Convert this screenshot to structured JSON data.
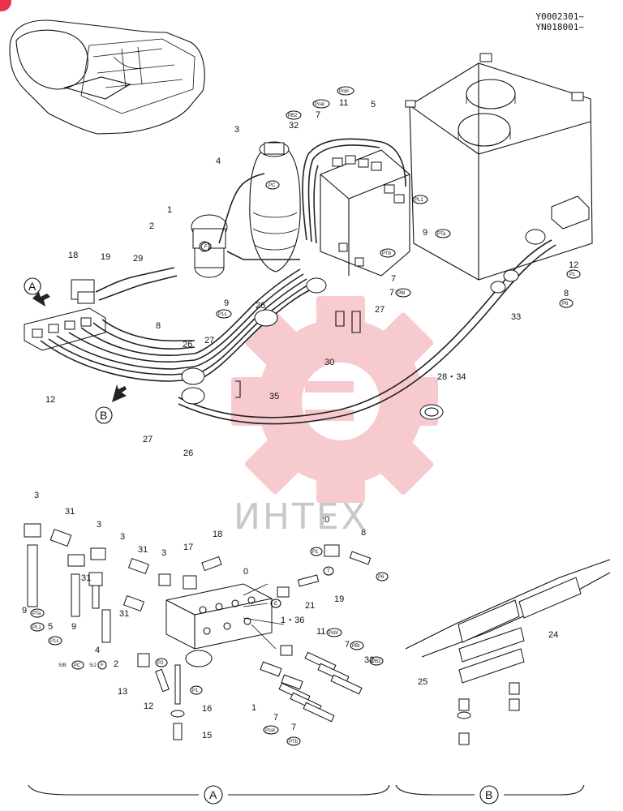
{
  "watermark": {
    "text": "ИНТЕХ",
    "color": "#f2a0a8"
  },
  "serial_codes": [
    "Y0002301~",
    "YN018001~"
  ],
  "view_refs": {
    "A": "A",
    "B": "B"
  },
  "callouts_main": [
    {
      "id": "c1",
      "text": "1"
    },
    {
      "id": "c2",
      "text": "2"
    },
    {
      "id": "c3",
      "text": "3"
    },
    {
      "id": "c4",
      "text": "4"
    },
    {
      "id": "c5",
      "text": "5"
    },
    {
      "id": "c7a",
      "text": "7"
    },
    {
      "id": "c7b",
      "text": "7"
    },
    {
      "id": "c7c",
      "text": "7"
    },
    {
      "id": "c8a",
      "text": "8"
    },
    {
      "id": "c8b",
      "text": "8"
    },
    {
      "id": "c9a",
      "text": "9"
    },
    {
      "id": "c9b",
      "text": "9"
    },
    {
      "id": "c11",
      "text": "11"
    },
    {
      "id": "c12a",
      "text": "12"
    },
    {
      "id": "c12b",
      "text": "12"
    },
    {
      "id": "c18",
      "text": "18"
    },
    {
      "id": "c19",
      "text": "19"
    },
    {
      "id": "c26a",
      "text": "26"
    },
    {
      "id": "c26b",
      "text": "26"
    },
    {
      "id": "c26c",
      "text": "26"
    },
    {
      "id": "c27a",
      "text": "27"
    },
    {
      "id": "c27b",
      "text": "27"
    },
    {
      "id": "c27c",
      "text": "27"
    },
    {
      "id": "c28",
      "text": "28・34"
    },
    {
      "id": "c29",
      "text": "29"
    },
    {
      "id": "c30",
      "text": "30"
    },
    {
      "id": "c32",
      "text": "32"
    },
    {
      "id": "c33",
      "text": "33"
    },
    {
      "id": "c35",
      "text": "35"
    }
  ],
  "port_tags_main": [
    {
      "id": "t_pcb1",
      "text": "Pcbl"
    },
    {
      "id": "t_pca1",
      "text": "Pcal"
    },
    {
      "id": "t_pb2",
      "text": "PB2"
    },
    {
      "id": "t_pc1",
      "text": "PC"
    },
    {
      "id": "t_pl1",
      "text": "PL1"
    },
    {
      "id": "t_pta",
      "text": "PTa"
    },
    {
      "id": "t_ptb",
      "text": "PTb"
    },
    {
      "id": "t_pb1",
      "text": "PBl"
    },
    {
      "id": "t_p1",
      "text": "P1"
    },
    {
      "id": "t_p6",
      "text": "P6"
    },
    {
      "id": "t_pf",
      "text": "F"
    },
    {
      "id": "t_p1s",
      "text": "P1s"
    }
  ],
  "callouts_a": [
    {
      "id": "a3a",
      "text": "3"
    },
    {
      "id": "a3b",
      "text": "3"
    },
    {
      "id": "a3c",
      "text": "3"
    },
    {
      "id": "a3d",
      "text": "3"
    },
    {
      "id": "a31a",
      "text": "31"
    },
    {
      "id": "a31b",
      "text": "31"
    },
    {
      "id": "a31c",
      "text": "31"
    },
    {
      "id": "a31d",
      "text": "31"
    },
    {
      "id": "a17",
      "text": "17"
    },
    {
      "id": "a18",
      "text": "18"
    },
    {
      "id": "a0",
      "text": "0"
    },
    {
      "id": "a20",
      "text": "20"
    },
    {
      "id": "a8",
      "text": "8"
    },
    {
      "id": "a19",
      "text": "19"
    },
    {
      "id": "a21",
      "text": "21"
    },
    {
      "id": "a136",
      "text": "1・36"
    },
    {
      "id": "a11",
      "text": "11"
    },
    {
      "id": "a7a",
      "text": "7"
    },
    {
      "id": "a32",
      "text": "32"
    },
    {
      "id": "a9a",
      "text": "9"
    },
    {
      "id": "a9b",
      "text": "9"
    },
    {
      "id": "a5",
      "text": "5"
    },
    {
      "id": "a4",
      "text": "4"
    },
    {
      "id": "a2",
      "text": "2"
    },
    {
      "id": "a13",
      "text": "13"
    },
    {
      "id": "a12",
      "text": "12"
    },
    {
      "id": "a16",
      "text": "16"
    },
    {
      "id": "a15",
      "text": "15"
    },
    {
      "id": "a1",
      "text": "1"
    },
    {
      "id": "a7b",
      "text": "7"
    },
    {
      "id": "a7c",
      "text": "7"
    }
  ],
  "port_tags_a": [
    {
      "id": "at_pl",
      "text": "PTa"
    },
    {
      "id": "at_pl1",
      "text": "PL1"
    },
    {
      "id": "at_p1s",
      "text": "P1s"
    },
    {
      "id": "at_sb",
      "text": "S/B"
    },
    {
      "id": "at_pc",
      "text": "PC"
    },
    {
      "id": "at_sj",
      "text": "S/J"
    },
    {
      "id": "at_pf",
      "text": "F"
    },
    {
      "id": "at_p2",
      "text": "P2"
    },
    {
      "id": "at_p1",
      "text": "P1"
    },
    {
      "id": "at_p1b",
      "text": "P1"
    },
    {
      "id": "at_p6",
      "text": "P6"
    },
    {
      "id": "at_pcb1",
      "text": "Pcbl"
    },
    {
      "id": "at_pb1",
      "text": "PBl"
    },
    {
      "id": "at_pb2",
      "text": "PB2"
    },
    {
      "id": "at_pca1",
      "text": "Pcal"
    },
    {
      "id": "at_ptb",
      "text": "PTb"
    },
    {
      "id": "at_t",
      "text": "T"
    },
    {
      "id": "at_e",
      "text": "E"
    }
  ],
  "callouts_b": [
    {
      "id": "b24",
      "text": "24"
    },
    {
      "id": "b25",
      "text": "25"
    }
  ]
}
